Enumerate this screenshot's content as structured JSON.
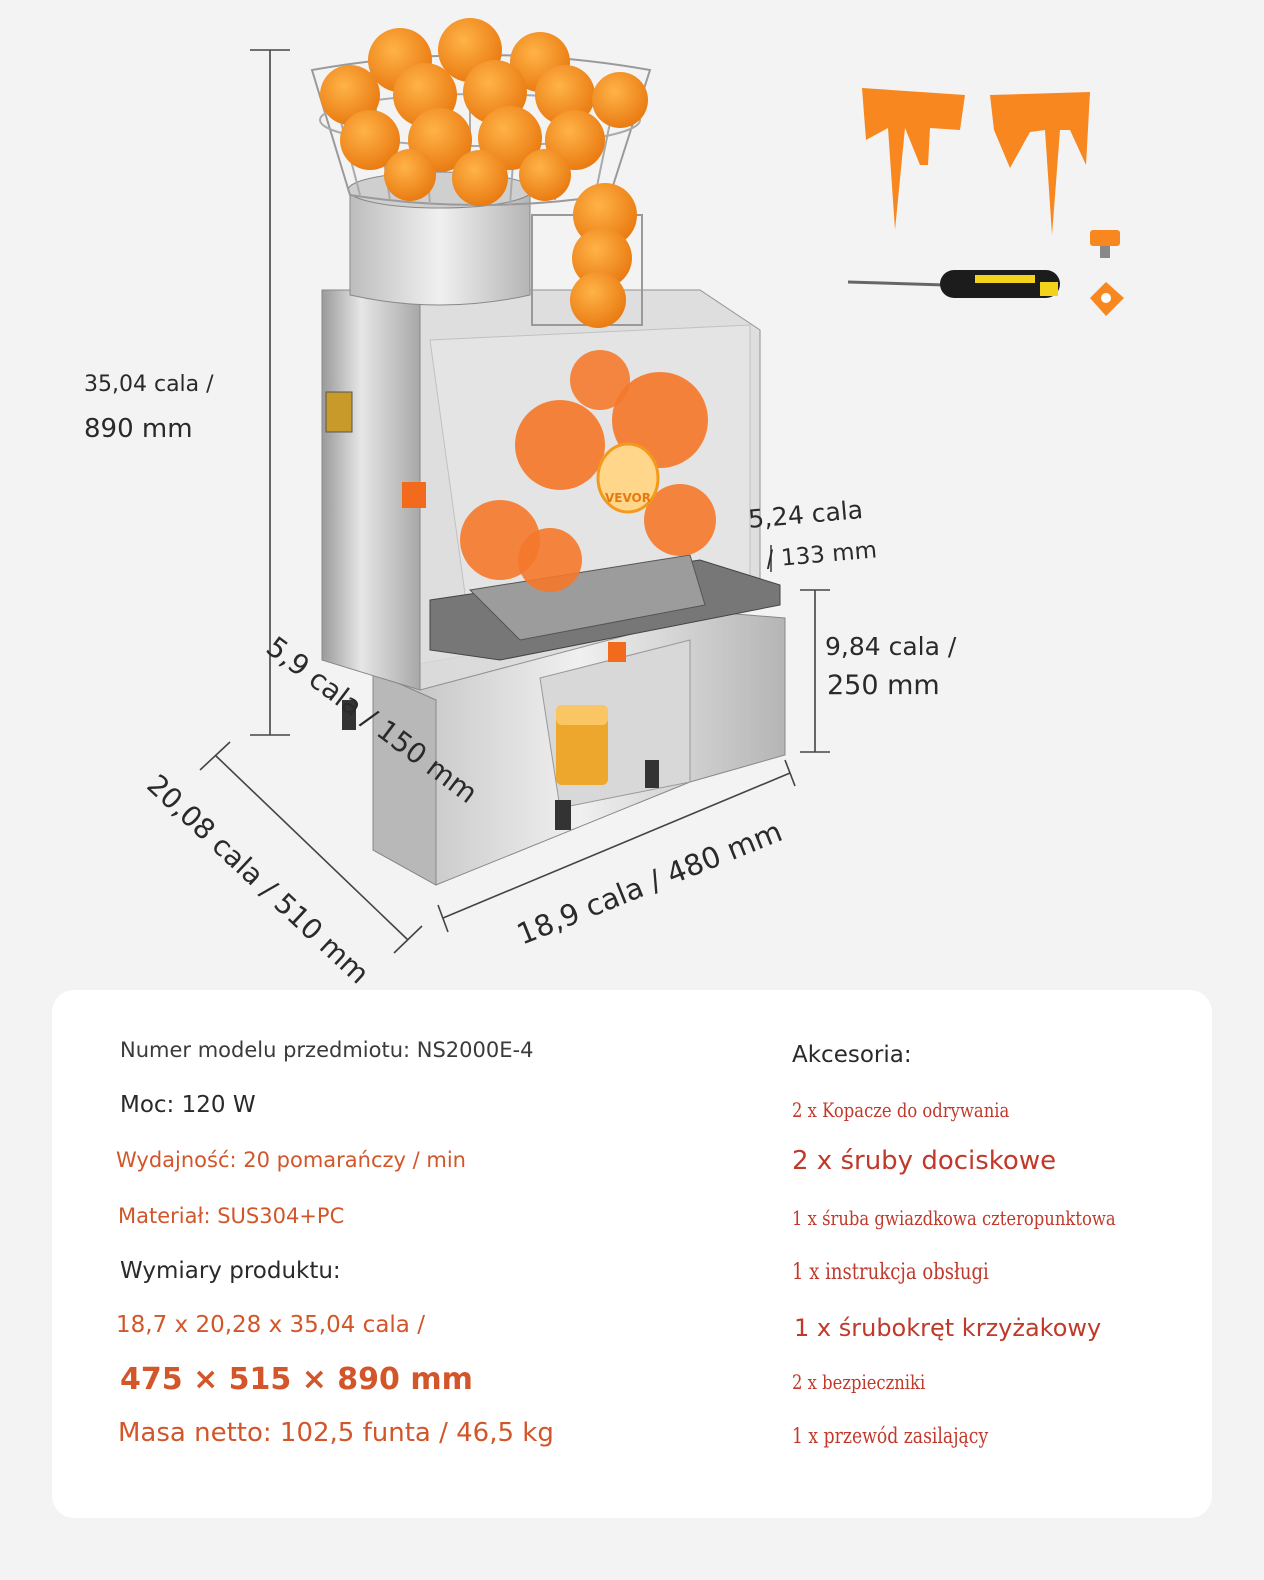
{
  "dimensions": {
    "height_in": "35,04 cala /",
    "height_mm": "890 mm",
    "spout_in": "5,24 cala",
    "spout_mm": "/ 133 mm",
    "cup_height_in": "9,84 cala /",
    "cup_height_mm": "250 mm",
    "cup_depth": "5,9 cala / 150 mm",
    "depth": "20,08 cala / 510 mm",
    "width": "18,9 cala / 480 mm"
  },
  "brand_logo": "VEVOR",
  "specs": {
    "model": "Numer modelu przedmiotu: NS2000E-4",
    "power": "Moc: 120 W",
    "capacity": "Wydajność: 20 pomarańczy / min",
    "material": "Materiał: SUS304+PC",
    "dimensions_label": "Wymiary produktu:",
    "dimensions_in": "18,7 x 20,28 x 35,04 cala /",
    "dimensions_mm": "475 × 515 × 890 mm",
    "weight": "Masa netto: 102,5 funta / 46,5 kg"
  },
  "accessories": {
    "title": "Akcesoria:",
    "items": [
      "2 x Kopacze do odrywania",
      "2 x śruby dociskowe",
      "1 x śruba gwiazdkowa czteropunktowa",
      "1 x instrukcja obsługi",
      "1 x śrubokręt krzyżakowy",
      "2 x bezpieczniki",
      "1 x przewód zasilający"
    ]
  },
  "colors": {
    "orange": "#f39a1e",
    "accent_red": "#c0392b",
    "steel": "#c9c9c9"
  }
}
